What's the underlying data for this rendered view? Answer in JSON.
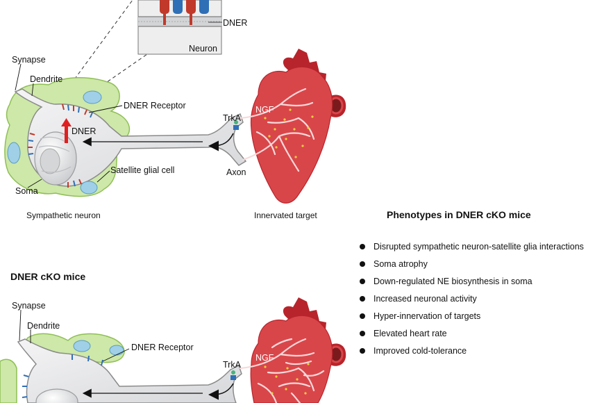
{
  "top_panel": {
    "inset": {
      "dner_label": "DNER",
      "neuron_label": "Neuron"
    },
    "labels": {
      "synapse": "Synapse",
      "dendrite": "Dendrite",
      "dner_receptor": "DNER Receptor",
      "dner": "DNER",
      "satellite_glial_cell": "Satellite glial cell",
      "soma": "Soma",
      "trka": "TrkA",
      "ngf": "NGF",
      "axon": "Axon"
    },
    "captions": {
      "left": "Sympathetic neuron",
      "right": "Innervated target"
    }
  },
  "bottom_panel": {
    "title": "DNER cKO mice",
    "labels": {
      "synapse": "Synapse",
      "dendrite": "Dendrite",
      "dner_receptor": "DNER Receptor",
      "trka": "TrkA",
      "ngf": "NGF"
    }
  },
  "phenotypes": {
    "title": "Phenotypes in DNER cKO mice",
    "items": [
      "Disrupted sympathetic neuron-satellite glia interactions",
      "Soma atrophy",
      "Down-regulated NE biosynthesis in soma",
      "Increased neuronal activity",
      "Hyper-innervation of targets",
      "Elevated heart rate",
      "Improved cold-tolerance"
    ]
  },
  "colors": {
    "glia_fill": "#cde8a8",
    "glia_stroke": "#8fbf55",
    "glia_nucleus": "#9fd0e8",
    "neuron_fill": "#e4e5e7",
    "neuron_stroke": "#8a8a8a",
    "heart_red": "#d9464a",
    "heart_dark": "#b8242b",
    "receptor_red": "#c0392b",
    "receptor_blue": "#2f6fb6",
    "arrow_red": "#e02020",
    "ngf_dot": "#e8d23a"
  }
}
